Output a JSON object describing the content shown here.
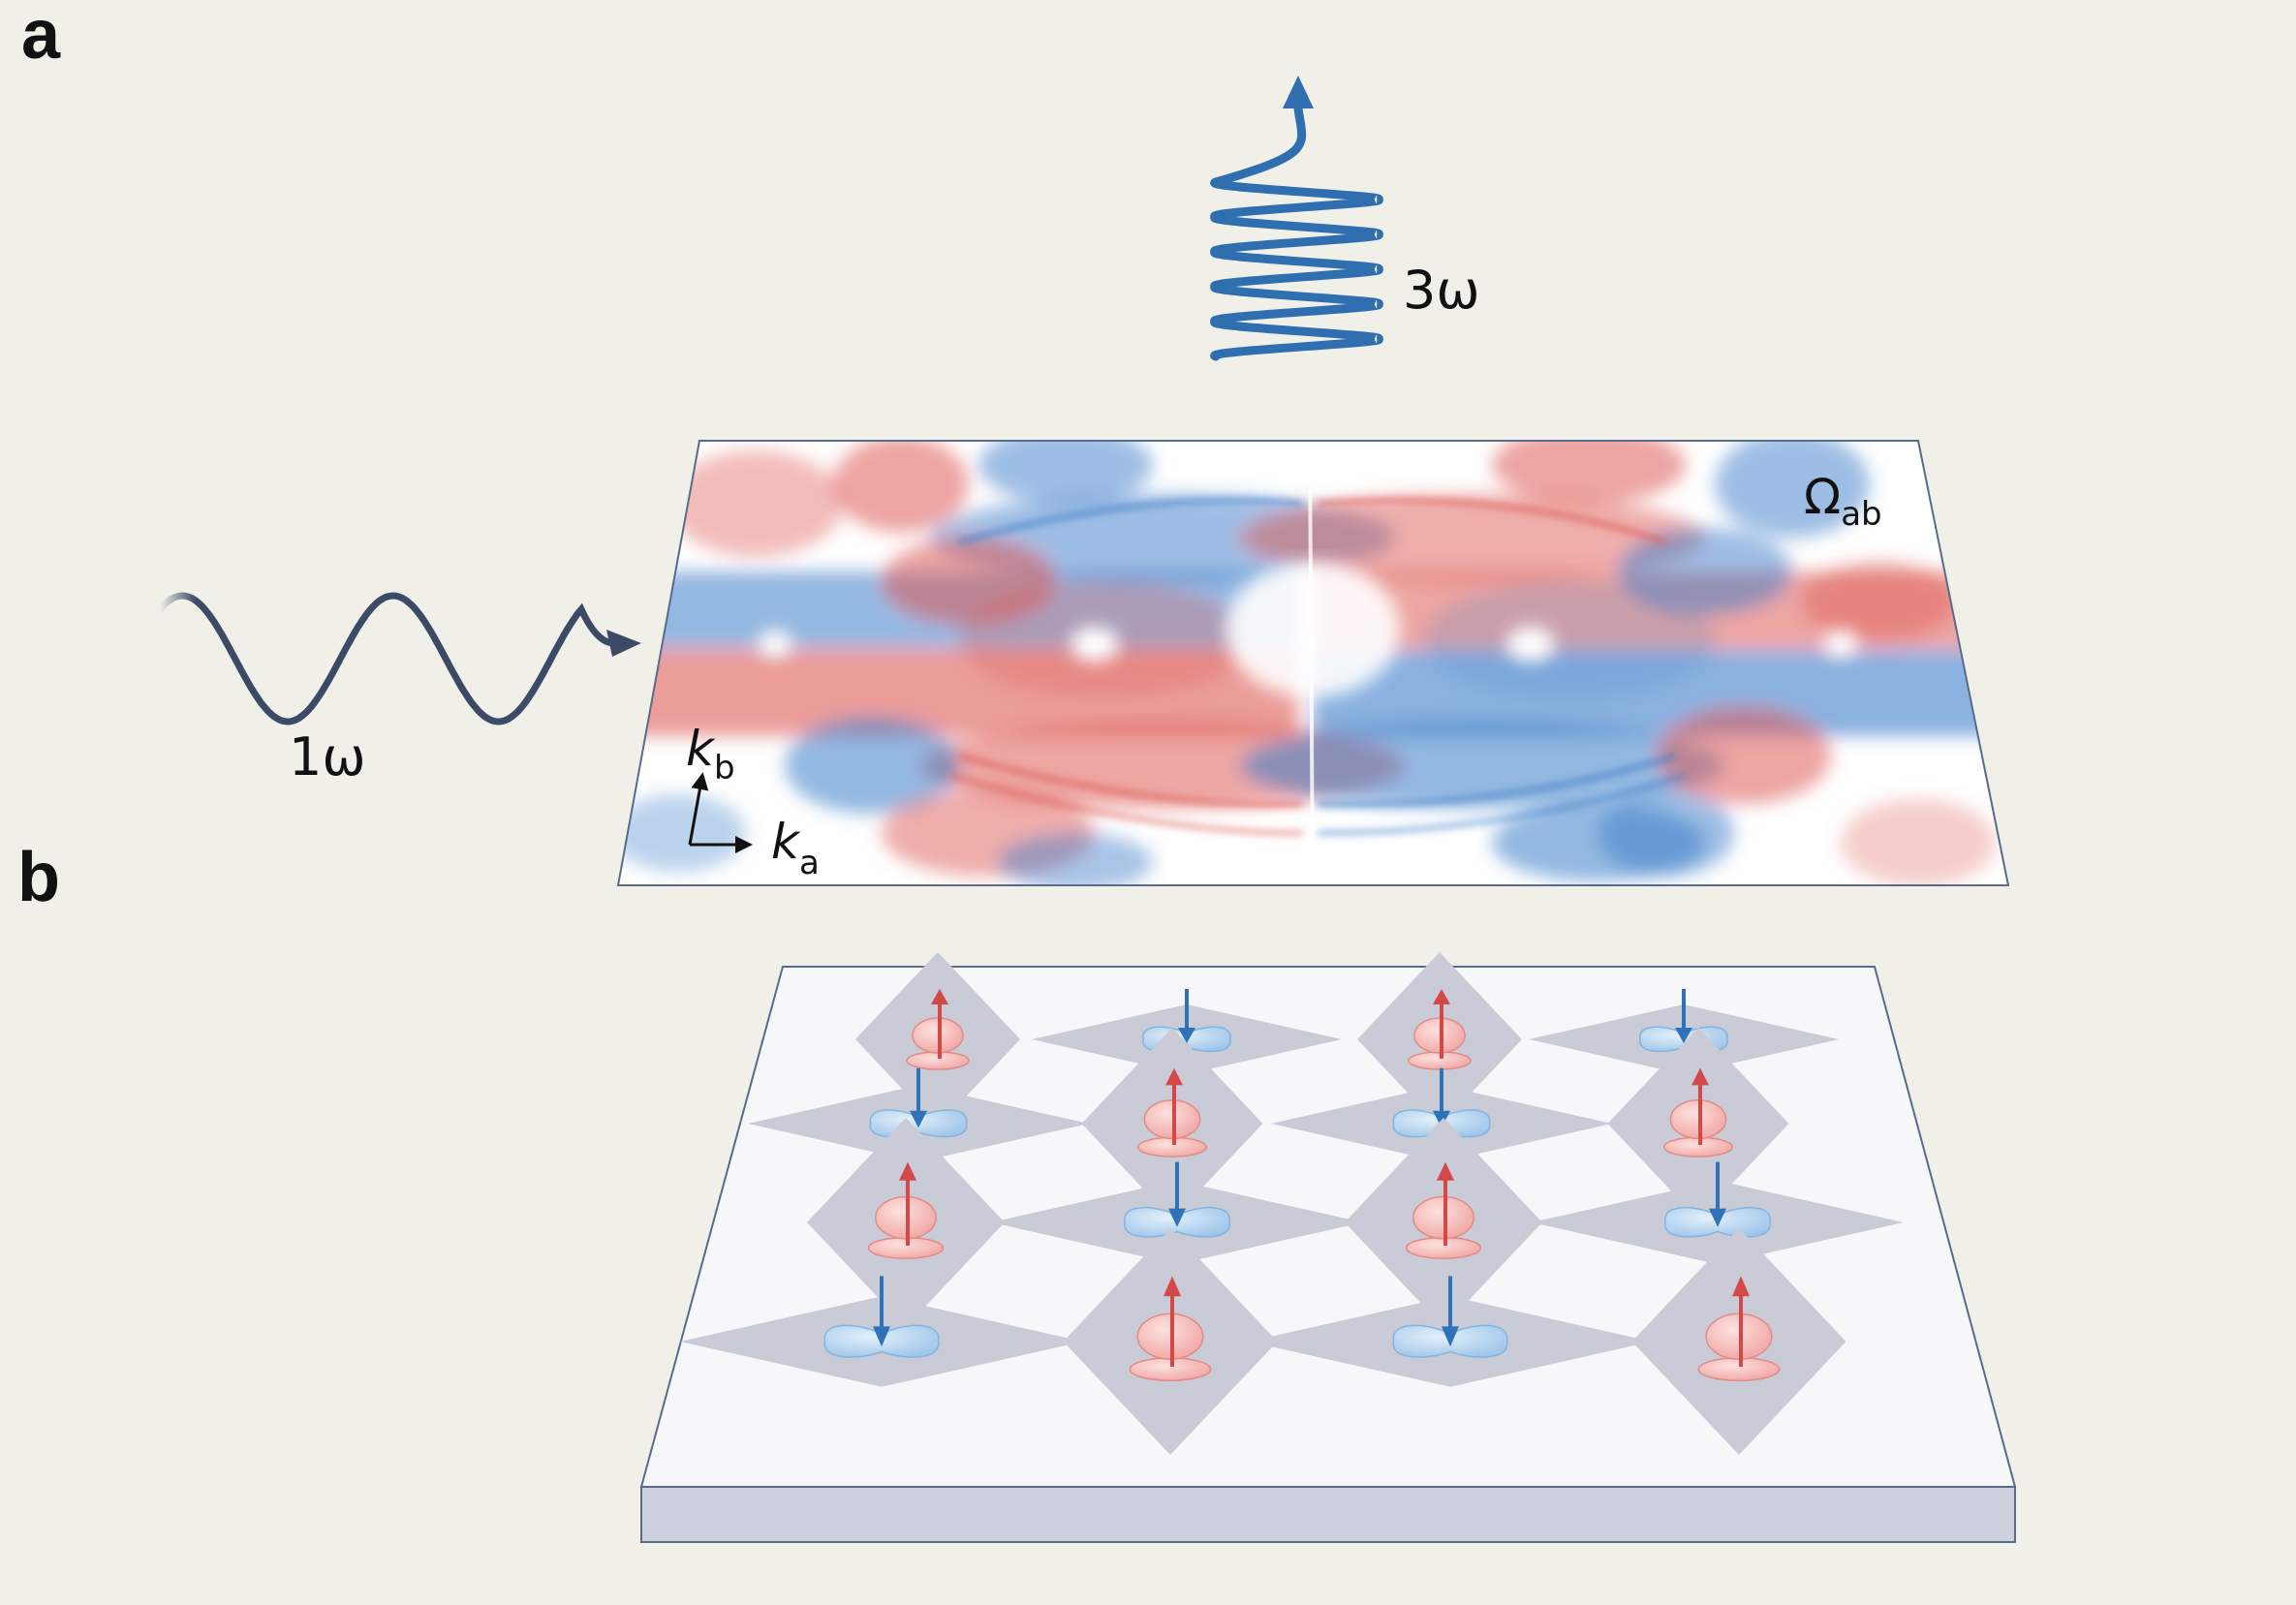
{
  "panels": {
    "a": {
      "letter": "a"
    },
    "b": {
      "letter": "b"
    }
  },
  "input_wave": {
    "label": "1ω",
    "color": "#3b4a66",
    "cycles": 2
  },
  "output_wave": {
    "label": "3ω",
    "color": "#2f6eaf",
    "coils": 5
  },
  "berry_map": {
    "label": "Ω",
    "label_sub": "ab",
    "axis_x_label": "k",
    "axis_x_sub": "a",
    "axis_y_label": "k",
    "axis_y_sub": "b",
    "positive_color": "#de5b55",
    "negative_color": "#3d7dc9"
  },
  "lattice": {
    "rows": [
      [
        "up",
        "down",
        "up",
        "down"
      ],
      [
        "down",
        "up",
        "down",
        "up"
      ],
      [
        "up",
        "down",
        "up",
        "down"
      ],
      [
        "down",
        "up",
        "down",
        "up"
      ]
    ],
    "up_color": "#d4484a",
    "down_color": "#2f72b8",
    "tile_color": "#c9cbd6",
    "slab_top_color": "#f7f7fa",
    "slab_side_color": "#cdd0dd"
  }
}
